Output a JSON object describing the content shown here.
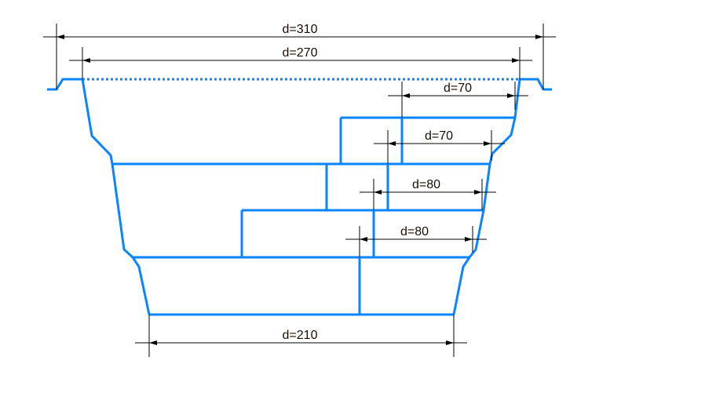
{
  "diagram": {
    "title": "Stepped excavation cross-section with diameters",
    "colors": {
      "profile": "#0a84ff",
      "dimension": "#000000",
      "label": "#1a0d00"
    },
    "dimensions": [
      {
        "id": "top-outer",
        "label": "d=310"
      },
      {
        "id": "top-inner",
        "label": "d=270"
      },
      {
        "id": "step-1",
        "label": "d=70"
      },
      {
        "id": "step-2",
        "label": "d=70"
      },
      {
        "id": "step-3",
        "label": "d=80"
      },
      {
        "id": "step-4",
        "label": "d=80"
      },
      {
        "id": "bottom",
        "label": "d=210"
      }
    ]
  }
}
